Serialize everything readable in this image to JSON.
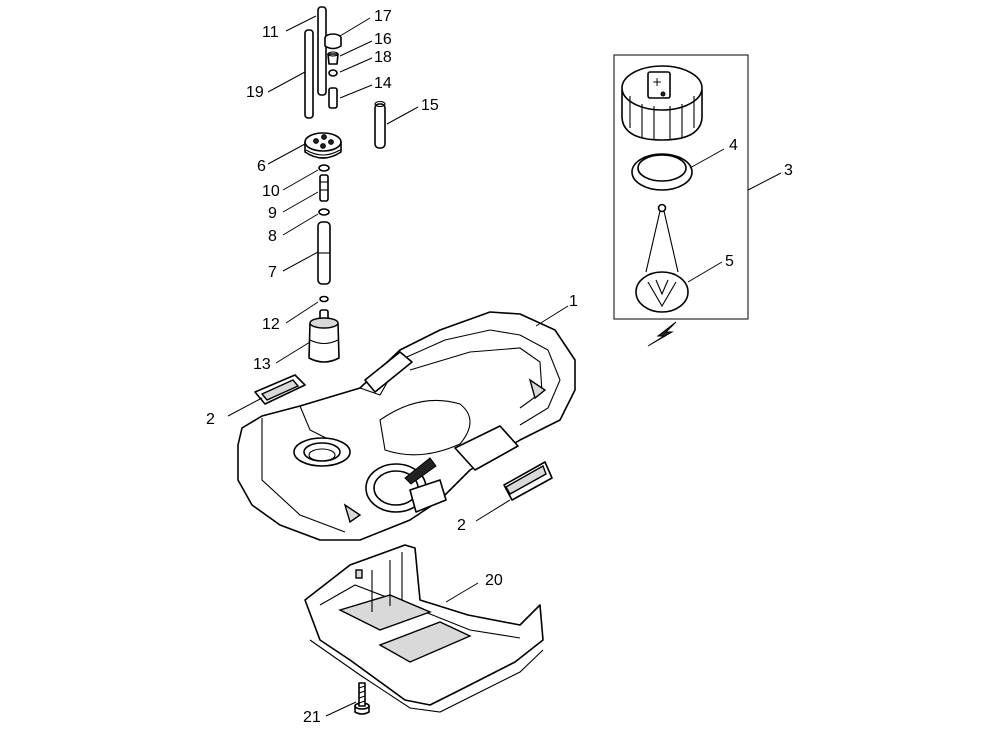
{
  "callouts": [
    {
      "id": "c1",
      "label": "1"
    },
    {
      "id": "c2a",
      "label": "2"
    },
    {
      "id": "c2b",
      "label": "2"
    },
    {
      "id": "c3",
      "label": "3"
    },
    {
      "id": "c4",
      "label": "4"
    },
    {
      "id": "c5",
      "label": "5"
    },
    {
      "id": "c6",
      "label": "6"
    },
    {
      "id": "c7",
      "label": "7"
    },
    {
      "id": "c8",
      "label": "8"
    },
    {
      "id": "c9",
      "label": "9"
    },
    {
      "id": "c10",
      "label": "10"
    },
    {
      "id": "c11",
      "label": "11"
    },
    {
      "id": "c12",
      "label": "12"
    },
    {
      "id": "c13",
      "label": "13"
    },
    {
      "id": "c14",
      "label": "14"
    },
    {
      "id": "c15",
      "label": "15"
    },
    {
      "id": "c16",
      "label": "16"
    },
    {
      "id": "c17",
      "label": "17"
    },
    {
      "id": "c18",
      "label": "18"
    },
    {
      "id": "c19",
      "label": "19"
    },
    {
      "id": "c20",
      "label": "20"
    },
    {
      "id": "c21",
      "label": "21"
    }
  ],
  "icons": {
    "fuel_cap_symbol": "fuel-pump-icon"
  }
}
